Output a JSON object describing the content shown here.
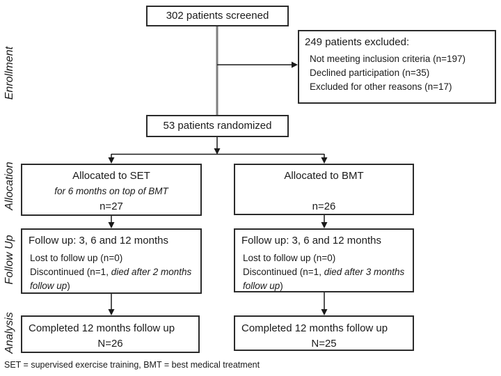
{
  "sections": {
    "enrollment": "Enrollment",
    "allocation": "Allocation",
    "follow_up": "Follow Up",
    "analysis": "Analysis"
  },
  "screened": {
    "text": "302 patients screened"
  },
  "excluded": {
    "title": "249 patients excluded:",
    "items": [
      "Not meeting inclusion criteria (n=197)",
      "Declined participation (n=35)",
      "Excluded for other reasons (n=17)"
    ]
  },
  "randomized": {
    "text": "53 patients randomized"
  },
  "set_arm": {
    "allocation": {
      "line1": "Allocated to SET",
      "line2_italic": "for 6 months on top of BMT",
      "n": "n=27"
    },
    "follow_up": {
      "title": "Follow up: 3, 6 and 12 months",
      "lost": "Lost to follow up (n=0)",
      "discontinued_prefix": "Discontinued (n=1, ",
      "discontinued_italic": "died after 2 months follow up",
      "discontinued_suffix": ")"
    },
    "analysis": {
      "line1": "Completed 12 months follow up",
      "n": "N=26"
    }
  },
  "bmt_arm": {
    "allocation": {
      "line1": "Allocated to BMT",
      "line2_italic": "",
      "n": "n=26"
    },
    "follow_up": {
      "title": "Follow up: 3, 6 and 12 months",
      "lost": "Lost to follow up (n=0)",
      "discontinued_prefix": "Discontinued (n=1, ",
      "discontinued_italic": "died after 3 months follow up",
      "discontinued_suffix": ")"
    },
    "analysis": {
      "line1": "Completed 12 months follow up",
      "n": "N=25"
    }
  },
  "footnote": "SET = supervised exercise training, BMT = best medical treatment",
  "colors": {
    "box_border": "#2b2b2b",
    "arrow": "#1a1a1a",
    "gray_connector": "#7f7f7f"
  }
}
